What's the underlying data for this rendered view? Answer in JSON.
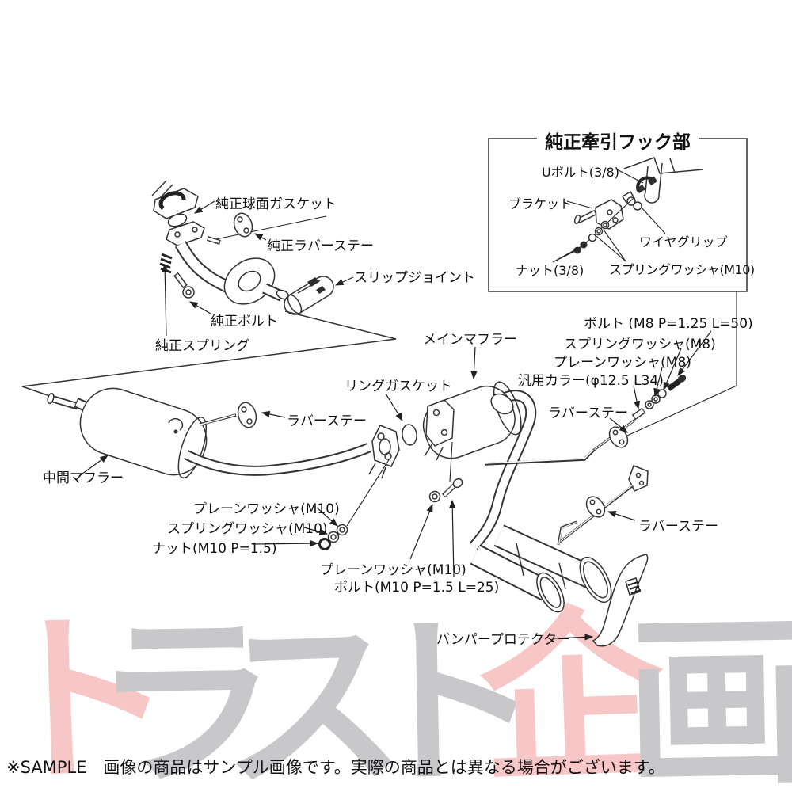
{
  "inset": {
    "title": "純正牽引フック部",
    "labels": {
      "u_bolt": "Uボルト(3/8)",
      "bracket": "ブラケット",
      "wire_grip": "ワイヤグリップ",
      "nut_38": "ナット(3/8)",
      "spring_washer_m10": "スプリングワッシャ(M10)"
    }
  },
  "diagram": {
    "labels": {
      "oem_spherical_gasket": "純正球面ガスケット",
      "oem_rubber_stay": "純正ラバーステー",
      "slip_joint": "スリップジョイント",
      "oem_bolt": "純正ボルト",
      "oem_spring": "純正スプリング",
      "main_muffler": "メインマフラー",
      "ring_gasket": "リングガスケット",
      "rubber_stay_left": "ラバーステー",
      "middle_muffler": "中間マフラー",
      "bolt_m8": "ボルト (M8 P=1.25 L=50)",
      "spring_washer_m8": "スプリングワッシャ(M8)",
      "plain_washer_m8": "プレーンワッシャ(M8)",
      "universal_collar": "汎用カラー(φ12.5 L34)",
      "rubber_stay_right_upper": "ラバーステー",
      "rubber_stay_right_lower": "ラバーステー",
      "plain_washer_m10_left": "プレーンワッシャ(M10)",
      "spring_washer_m10_left": "スプリングワッシャ(M10)",
      "nut_m10": "ナット(M10 P=1.5)",
      "plain_washer_m10_bottom": "プレーンワッシャ(M10)",
      "bolt_m10": "ボルト(M10 P=1.5 L=25)",
      "bumper_protector": "バンパープロテクター"
    }
  },
  "watermark": {
    "text": "トラスト企画",
    "colors": {
      "pink": "#f7c6c6",
      "gray": "#c8c8ca"
    },
    "chars": [
      {
        "char": "ト",
        "color": "#f7c6c6"
      },
      {
        "char": "ラ",
        "color": "#c8c8ca"
      },
      {
        "char": "ス",
        "color": "#c8c8ca"
      },
      {
        "char": "ト",
        "color": "#c8c8ca"
      },
      {
        "char": "企",
        "color": "#f7c6c6"
      },
      {
        "char": "画",
        "color": "#c8c8ca"
      }
    ]
  },
  "footer": {
    "note": "※SAMPLE　画像の商品はサンプル画像です。実際の商品とは異なる場合がございます。"
  }
}
